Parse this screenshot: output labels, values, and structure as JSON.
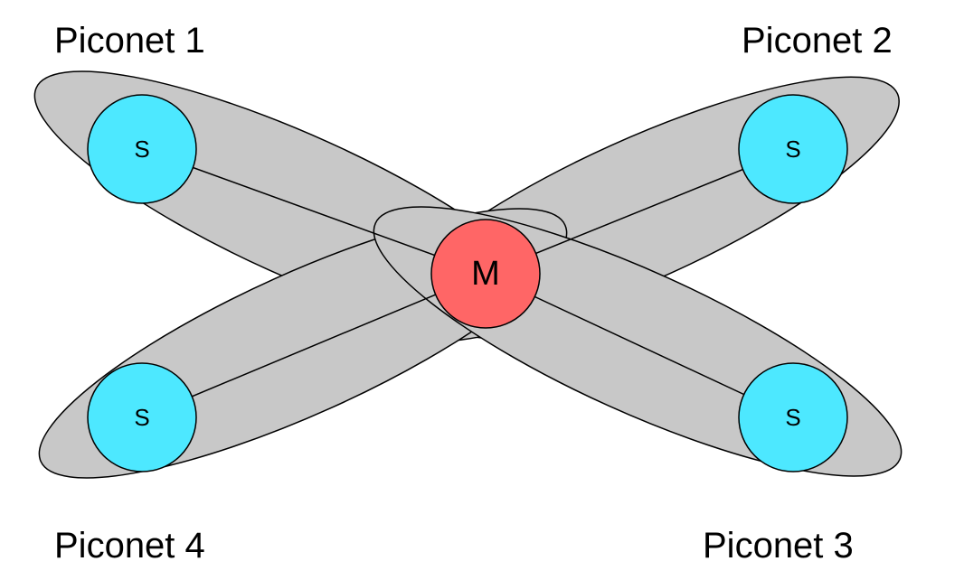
{
  "piconets": [
    {
      "id": "p1",
      "label": "Piconet 1"
    },
    {
      "id": "p2",
      "label": "Piconet 2"
    },
    {
      "id": "p3",
      "label": "Piconet 3"
    },
    {
      "id": "p4",
      "label": "Piconet 4"
    }
  ],
  "master": {
    "label": "M"
  },
  "slaves": [
    {
      "piconet": "p1",
      "label": "S"
    },
    {
      "piconet": "p2",
      "label": "S"
    },
    {
      "piconet": "p3",
      "label": "S"
    },
    {
      "piconet": "p4",
      "label": "S"
    }
  ],
  "colors": {
    "piconet_fill": "#c8c8c8",
    "outline": "#000000",
    "master_fill": "#ff6666",
    "slave_fill": "#4de8ff",
    "background": "#ffffff"
  }
}
